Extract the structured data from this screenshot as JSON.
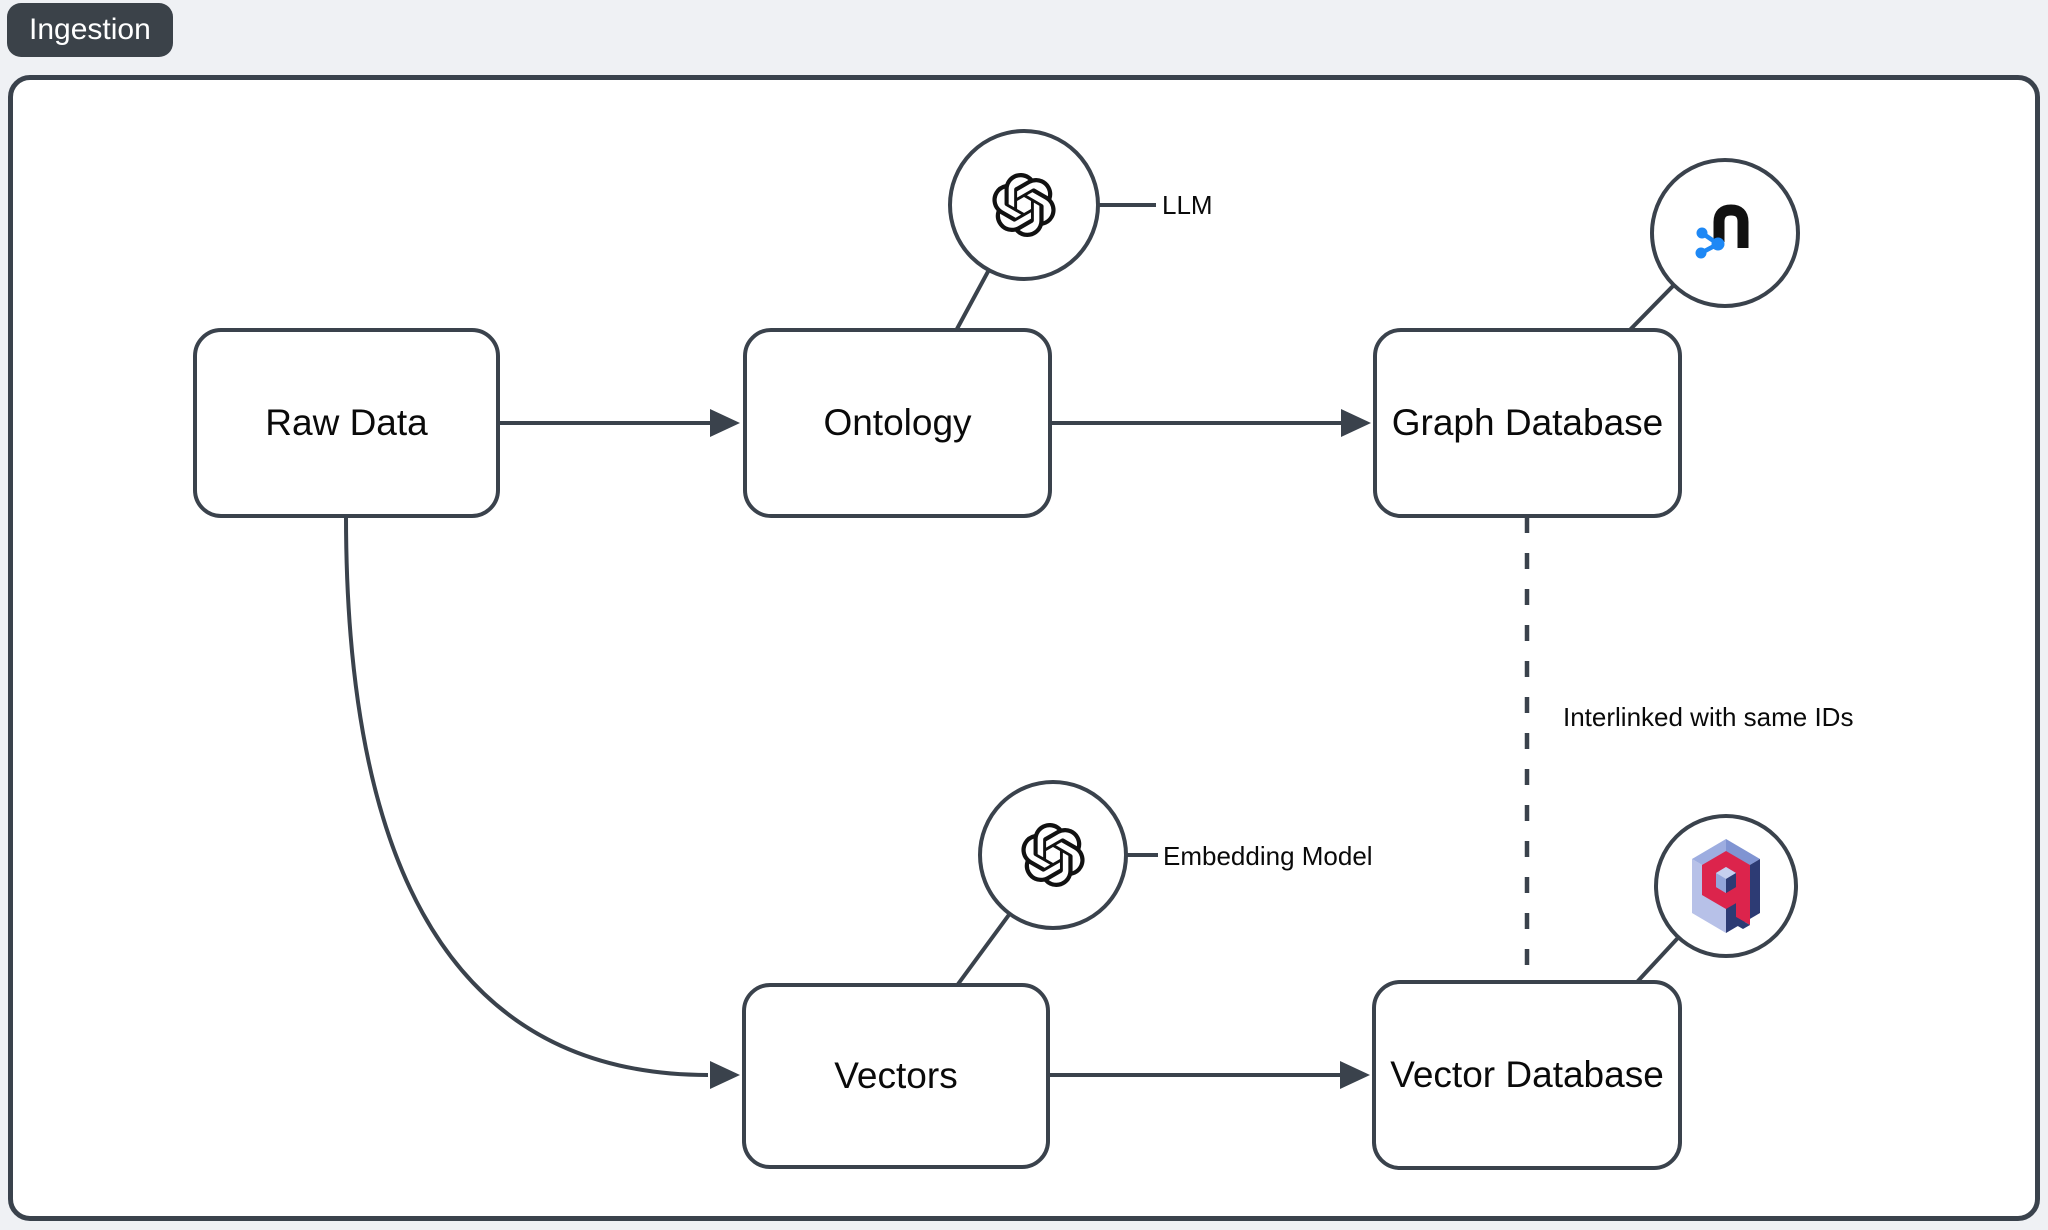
{
  "badge": {
    "label": "Ingestion"
  },
  "nodes": [
    {
      "id": "raw-data",
      "label": "Raw Data"
    },
    {
      "id": "ontology",
      "label": "Ontology"
    },
    {
      "id": "graph-database",
      "label": "Graph Database"
    },
    {
      "id": "vectors",
      "label": "Vectors"
    },
    {
      "id": "vector-database",
      "label": "Vector Database"
    }
  ],
  "annotations": {
    "llm": "LLM",
    "embedding": "Embedding Model",
    "interlinked": "Interlinked with same IDs"
  },
  "icons": {
    "llm": "openai-logo",
    "embedding_model": "openai-logo",
    "graph_database": "n-graph-logo",
    "vector_database": "qdrant-logo"
  },
  "colors": {
    "stroke": "#3a424c",
    "badge_bg": "#3b4249",
    "badge_text": "#ffffff",
    "page_bg": "#eff1f4",
    "canvas_bg": "#ffffff",
    "logo_blue": "#1e88f5",
    "logo_black": "#111111",
    "qdrant_red": "#dc244c",
    "qdrant_navy": "#2d3b74",
    "qdrant_lavender": "#b7c1e8",
    "qdrant_periwinkle": "#9dade0",
    "qdrant_periwinkle_dark": "#8094d2"
  }
}
